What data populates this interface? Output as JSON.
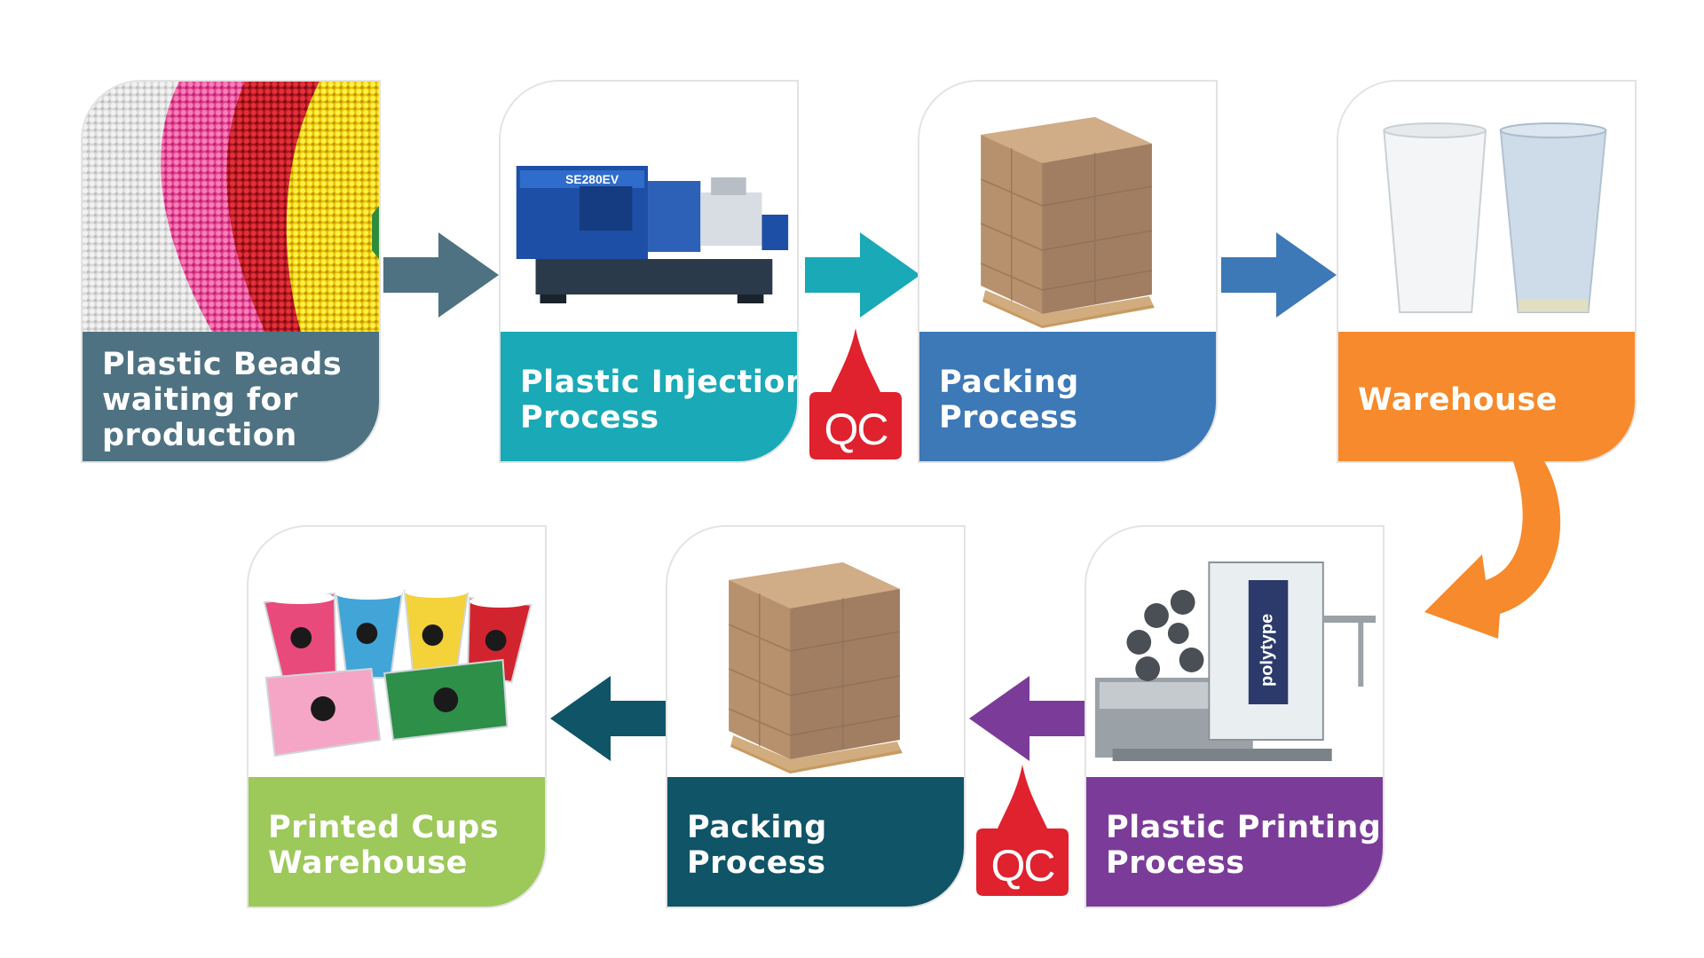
{
  "steps": [
    {
      "id": "beads",
      "line1": "Plastic Beads",
      "line2": "waiting for",
      "line3": "production",
      "color": "#4e7282"
    },
    {
      "id": "injection",
      "line1": "Plastic Injection",
      "line2": "Process",
      "line3": "",
      "color": "#1aa9b6"
    },
    {
      "id": "packing1",
      "line1": "Packing",
      "line2": "Process",
      "line3": "",
      "color": "#3d78b7"
    },
    {
      "id": "warehouse",
      "line1": "Warehouse",
      "line2": "",
      "line3": "",
      "color": "#f68a2d"
    },
    {
      "id": "printing",
      "line1": "Plastic Printing",
      "line2": "Process",
      "line3": "",
      "color": "#7b3c99"
    },
    {
      "id": "packing2",
      "line1": "Packing",
      "line2": "Process",
      "line3": "",
      "color": "#0f5467"
    },
    {
      "id": "printed",
      "line1": "Printed Cups",
      "line2": "Warehouse",
      "line3": "",
      "color": "#9dc85a"
    }
  ],
  "qc": {
    "label": "QC",
    "color": "#e0212e"
  },
  "machine_text": {
    "model": "SE280EV",
    "brand": "polytype"
  },
  "arrow_colors": {
    "a1": "#4e7282",
    "a2": "#1aa9b6",
    "a3": "#3d78b7",
    "a4": "#f68a2d",
    "a5": "#7b3c99",
    "a6": "#0f5467"
  }
}
